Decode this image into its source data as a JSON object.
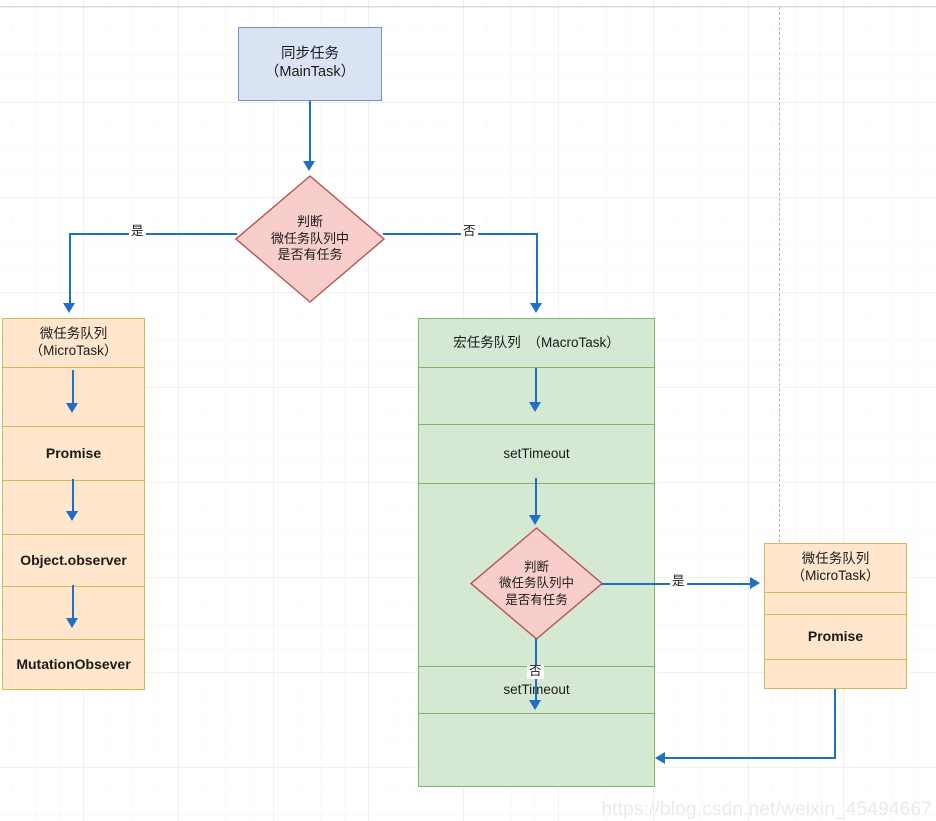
{
  "diagram": {
    "title": "JavaScript Event Loop Flowchart",
    "colors": {
      "blue_fill": "#dae3f3",
      "blue_stroke": "#7590c9",
      "pink_fill": "#f8cecc",
      "pink_stroke": "#b85450",
      "orange_fill": "#ffe6cc",
      "orange_stroke": "#d6b656",
      "green_fill": "#d5e8d4",
      "green_stroke": "#82b366",
      "edge": "#1f6fc4"
    }
  },
  "main_task": {
    "line1": "同步任务",
    "line2": "（MainTask）"
  },
  "decision_top": {
    "line1": "判断",
    "line2": "微任务队列中",
    "line3": "是否有任务"
  },
  "decision_inner": {
    "line1": "判断",
    "line2": "微任务队列中",
    "line3": "是否有任务"
  },
  "edge_labels": {
    "yes_left": "是",
    "no_right": "否",
    "yes_inner": "是",
    "no_inner": "否"
  },
  "micro_task_left": {
    "header_line1": "微任务队列",
    "header_line2": "（MicroTask）",
    "rows": [
      {
        "label": "",
        "bold": false
      },
      {
        "label": "Promise",
        "bold": true
      },
      {
        "label": "",
        "bold": false
      },
      {
        "label": "Object.observer",
        "bold": true
      },
      {
        "label": "",
        "bold": false
      },
      {
        "label": "MutationObsever",
        "bold": true
      }
    ]
  },
  "macro_task": {
    "header": "宏任务队列　（MacroTask）",
    "rows": [
      {
        "label": "",
        "bold": false
      },
      {
        "label": "setTimeout",
        "bold": false
      },
      {
        "label": "",
        "bold": false
      },
      {
        "label": "",
        "bold": false
      },
      {
        "label": "setTimeout",
        "bold": false
      },
      {
        "label": "",
        "bold": false
      }
    ]
  },
  "micro_task_right": {
    "header_line1": "微任务队列",
    "header_line2": "（MicroTask）",
    "rows": [
      {
        "label": "",
        "bold": false
      },
      {
        "label": "Promise",
        "bold": true
      },
      {
        "label": "",
        "bold": false
      }
    ]
  },
  "watermark": "https://blog.csdn.net/weixin_45494667"
}
